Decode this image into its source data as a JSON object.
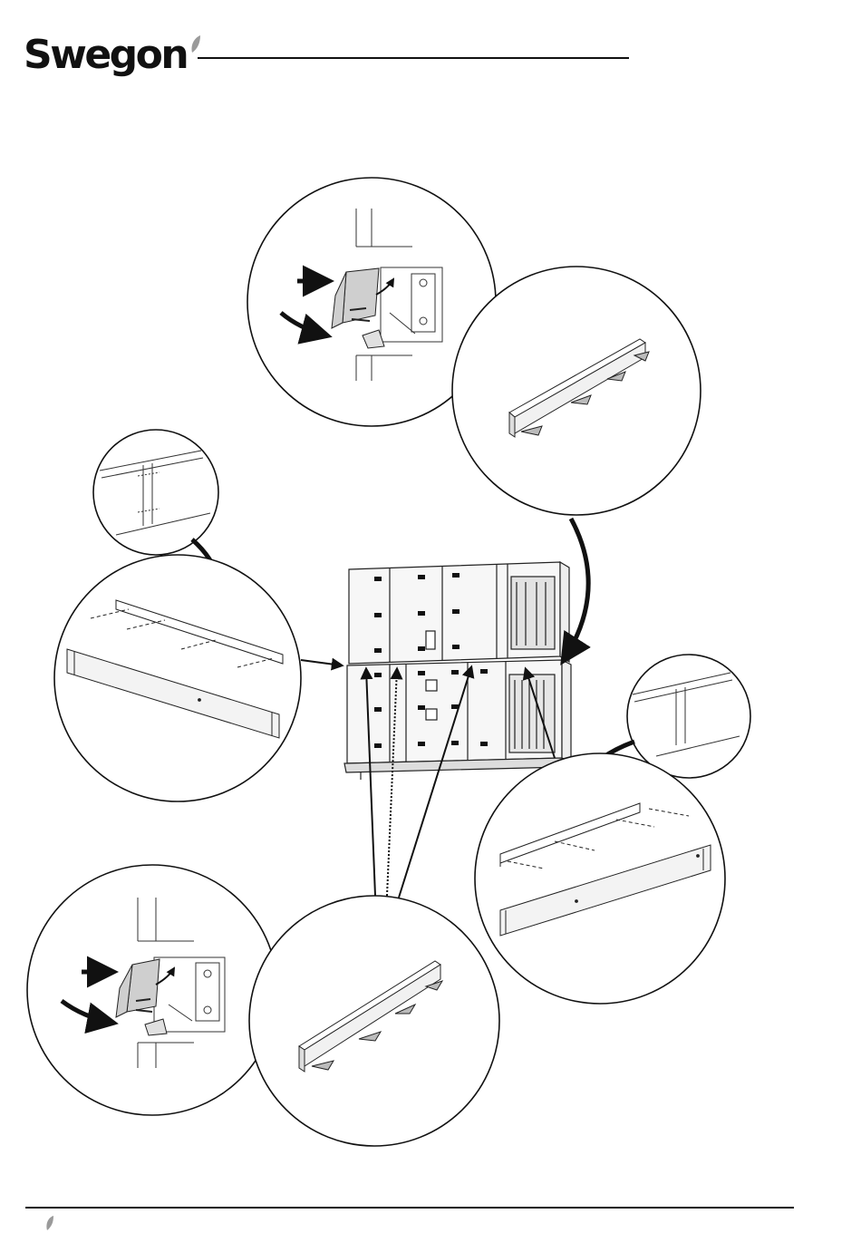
{
  "brand": {
    "name": "Swegon",
    "accent_color": "#8a8a8a"
  },
  "drawing": {
    "icons": [
      "air-handling-unit",
      "detail-circle",
      "arrow-icon",
      "clip-bracket",
      "cover-profile",
      "base-profile"
    ]
  }
}
